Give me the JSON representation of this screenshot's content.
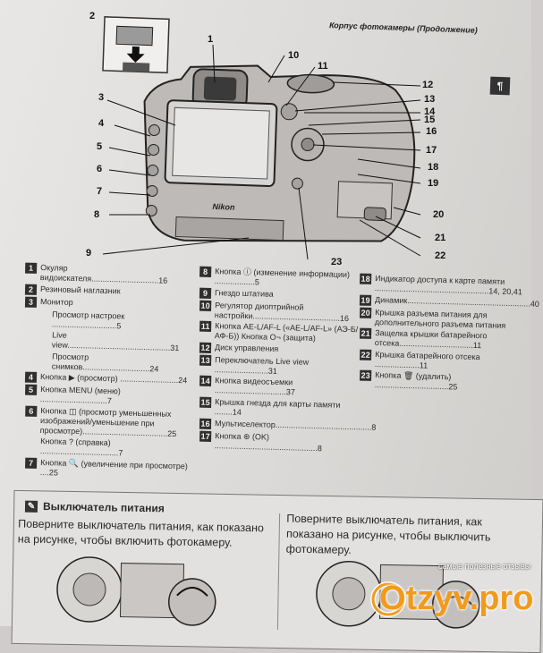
{
  "header": {
    "title": "Корпус фотокамеры (Продолжение)"
  },
  "side_tab": {
    "icon": "camera-tab-icon",
    "label": "¶"
  },
  "diagram": {
    "brand": "Nikon",
    "callouts": [
      "1",
      "2",
      "3",
      "4",
      "5",
      "6",
      "7",
      "8",
      "9",
      "10",
      "11",
      "12",
      "13",
      "14",
      "15",
      "16",
      "17",
      "18",
      "19",
      "20",
      "21",
      "22",
      "23"
    ]
  },
  "legend": {
    "col1": [
      {
        "n": "1",
        "text": "Окуляр видоискателя..............................16"
      },
      {
        "n": "2",
        "text": "Резиновый наглазник"
      },
      {
        "n": "3",
        "text": "Монитор"
      },
      {
        "n": "",
        "text": "Просмотр настроек .............................5"
      },
      {
        "n": "",
        "text": "Live view..............................................31"
      },
      {
        "n": "",
        "text": "Просмотр снимков..............................24"
      },
      {
        "n": "4",
        "text": "Кнопка ▶ (просмотр) ..........................24"
      },
      {
        "n": "5",
        "text": "Кнопка MENU (меню) ..............................7"
      },
      {
        "n": "6",
        "text": "Кнопка ◫ (просмотр уменьшенных изображений/уменьшение при просмотре)......................................25"
      },
      {
        "n": "",
        "text": "Кнопка ? (справка) ...................................7"
      },
      {
        "n": "7",
        "text": "Кнопка 🔍 (увеличение при просмотре) ....25"
      }
    ],
    "col2": [
      {
        "n": "8",
        "text": "Кнопка ⓘ (изменение информации) ..................5"
      },
      {
        "n": "9",
        "text": "Гнездо штатива"
      },
      {
        "n": "10",
        "text": "Регулятор диоптрийной настройки.......................................16"
      },
      {
        "n": "11",
        "text": "Кнопка AE-L/AF-L («AE-L/AF-L» (АЭ-Б/АФ-Б)) Кнопка О¬ (защита)"
      },
      {
        "n": "12",
        "text": "Диск управления"
      },
      {
        "n": "13",
        "text": "Переключатель Live view ........................31"
      },
      {
        "n": "14",
        "text": "Кнопка видеосъемки ................................37"
      },
      {
        "n": "15",
        "text": "Крышка гнезда для карты памяти ........14"
      },
      {
        "n": "16",
        "text": "Мультиселектор...........................................8"
      },
      {
        "n": "17",
        "text": "Кнопка ⊛ (OK) ..............................................8"
      }
    ],
    "col3": [
      {
        "n": "18",
        "text": "Индикатор доступа к карте памяти ...................................................14, 20,41"
      },
      {
        "n": "19",
        "text": "Динамик.......................................................40"
      },
      {
        "n": "20",
        "text": "Крышка разъема питания для дополнительного разъема питания"
      },
      {
        "n": "21",
        "text": "Защелка крышки батарейного отсека.................................11"
      },
      {
        "n": "22",
        "text": "Крышка батарейного отсека ....................11"
      },
      {
        "n": "23",
        "text": "Кнопка 🗑 (удалить) .................................25"
      }
    ]
  },
  "note": {
    "icon": "pencil-icon",
    "title": "Выключатель питания",
    "left_text": "Поверните выключатель питания, как показано на рисунке, чтобы включить фотокамеру.",
    "right_text": "Поверните выключатель питания, как показано на рисунке, чтобы выключить фотокамеру."
  },
  "watermark": {
    "tagline": "самые полезные отзывы",
    "site": "Otzyv.pro"
  }
}
